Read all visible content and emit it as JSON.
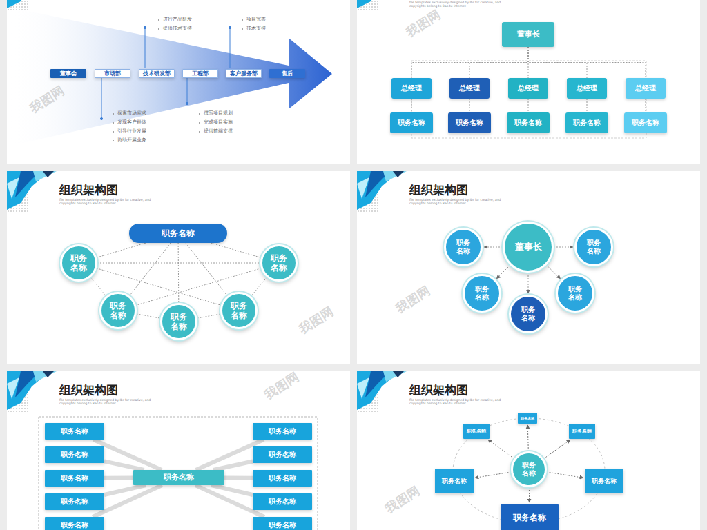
{
  "diagram": {
    "nodes": [
      {
        "text": [
          "董事会"
        ]
      },
      {
        "text": [
          "市场部"
        ]
      },
      {
        "text": [
          "技术研发部"
        ]
      },
      {
        "text": [
          "工程部"
        ]
      },
      {
        "text": [
          "客户服务部"
        ]
      },
      {
        "text": [
          "售后"
        ]
      },
      {
        "text": [
          "董事长"
        ]
      },
      {
        "text": [
          "总经理"
        ]
      },
      {
        "text": [
          "总经理"
        ]
      },
      {
        "text": [
          "总经理"
        ]
      },
      {
        "text": [
          "总经理"
        ]
      },
      {
        "text": [
          "总经理"
        ]
      },
      {
        "text": [
          "职务名称"
        ]
      },
      {
        "text": [
          "职务名称"
        ]
      },
      {
        "text": [
          "职务名称"
        ]
      },
      {
        "text": [
          "职务名称"
        ]
      },
      {
        "text": [
          "职务名称"
        ]
      },
      {
        "text": [
          "职务名称"
        ]
      },
      {
        "text": [
          "职务 名称"
        ]
      },
      {
        "text": [
          "职务 名称"
        ]
      },
      {
        "text": [
          "职务 名称"
        ]
      },
      {
        "text": [
          "职务 名称"
        ]
      },
      {
        "text": [
          "职务 名称"
        ]
      },
      {
        "text": [
          "董事长"
        ]
      },
      {
        "text": [
          "职务 名称"
        ]
      },
      {
        "text": [
          "职务 名称"
        ]
      },
      {
        "text": [
          "职务 名称"
        ]
      },
      {
        "text": [
          "职务 名称"
        ]
      },
      {
        "text": [
          "职务 名称"
        ]
      },
      {
        "text": [
          "职务名称"
        ]
      },
      {
        "text": [
          "职务名称"
        ]
      },
      {
        "text": [
          "职务名称"
        ]
      },
      {
        "text": [
          "职务名称"
        ]
      },
      {
        "text": [
          "职务名称"
        ]
      },
      {
        "text": [
          "职务名称"
        ]
      },
      {
        "text": [
          "职务名称"
        ]
      },
      {
        "text": [
          "职务名称"
        ]
      },
      {
        "text": [
          "职务名称"
        ]
      },
      {
        "text": [
          "职务名称"
        ]
      },
      {
        "text": [
          "职务名称"
        ]
      },
      {
        "text": [
          "职务名称"
        ]
      },
      {
        "text": [
          "职务名称"
        ]
      },
      {
        "text": [
          "职务名称"
        ]
      },
      {
        "text": [
          "职务 名称"
        ]
      },
      {
        "text": [
          "职务名称"
        ]
      },
      {
        "text": [
          "职务名称"
        ]
      },
      {
        "text": [
          "职务名称"
        ]
      }
    ],
    "edges": [
      {
        "from": 6,
        "to": 7,
        "arrow": "none"
      },
      {
        "from": 6,
        "to": 8,
        "arrow": "none"
      },
      {
        "from": 6,
        "to": 9,
        "arrow": "none"
      },
      {
        "from": 6,
        "to": 10,
        "arrow": "none"
      },
      {
        "from": 6,
        "to": 11,
        "arrow": "none"
      },
      {
        "from": 7,
        "to": 12,
        "arrow": "none"
      },
      {
        "from": 8,
        "to": 13,
        "arrow": "none"
      },
      {
        "from": 9,
        "to": 14,
        "arrow": "none"
      },
      {
        "from": 10,
        "to": 15,
        "arrow": "none"
      },
      {
        "from": 11,
        "to": 16,
        "arrow": "none"
      },
      {
        "from": 17,
        "to": 18,
        "arrow": "none"
      },
      {
        "from": 17,
        "to": 19,
        "arrow": "none"
      },
      {
        "from": 17,
        "to": 20,
        "arrow": "none"
      },
      {
        "from": 17,
        "to": 21,
        "arrow": "none"
      },
      {
        "from": 17,
        "to": 22,
        "arrow": "none"
      },
      {
        "from": 18,
        "to": 19,
        "arrow": "none"
      },
      {
        "from": 18,
        "to": 20,
        "arrow": "none"
      },
      {
        "from": 18,
        "to": 22,
        "arrow": "none"
      },
      {
        "from": 19,
        "to": 20,
        "arrow": "none"
      },
      {
        "from": 19,
        "to": 22,
        "arrow": "none"
      },
      {
        "from": 20,
        "to": 21,
        "arrow": "none"
      },
      {
        "from": 21,
        "to": 22,
        "arrow": "none"
      },
      {
        "from": 23,
        "to": 24,
        "arrow": "to"
      },
      {
        "from": 23,
        "to": 25,
        "arrow": "to"
      },
      {
        "from": 23,
        "to": 26,
        "arrow": "to"
      },
      {
        "from": 23,
        "to": 27,
        "arrow": "to"
      },
      {
        "from": 23,
        "to": 28,
        "arrow": "to"
      },
      {
        "from": 34,
        "to": 29,
        "arrow": "none"
      },
      {
        "from": 34,
        "to": 30,
        "arrow": "none"
      },
      {
        "from": 34,
        "to": 31,
        "arrow": "none"
      },
      {
        "from": 34,
        "to": 32,
        "arrow": "none"
      },
      {
        "from": 34,
        "to": 33,
        "arrow": "none"
      },
      {
        "from": 34,
        "to": 35,
        "arrow": "none"
      },
      {
        "from": 34,
        "to": 36,
        "arrow": "none"
      },
      {
        "from": 34,
        "to": 37,
        "arrow": "none"
      },
      {
        "from": 34,
        "to": 38,
        "arrow": "none"
      },
      {
        "from": 34,
        "to": 39,
        "arrow": "none"
      },
      {
        "from": 43,
        "to": 40,
        "arrow": "to"
      },
      {
        "from": 43,
        "to": 41,
        "arrow": "to"
      },
      {
        "from": 43,
        "to": 42,
        "arrow": "to"
      },
      {
        "from": 43,
        "to": 44,
        "arrow": "to"
      },
      {
        "from": 43,
        "to": 45,
        "arrow": "to"
      },
      {
        "from": 43,
        "to": 46,
        "arrow": "to"
      }
    ],
    "labels": [
      "进行产品研发",
      "提供技术支持",
      "项目完善",
      "技术支持",
      "探索市场需求",
      "发现客户群体",
      "引导行业发展",
      "协助开展业务",
      "撰写项目规划",
      "完成项目实施",
      "提供前端支撑",
      "file templates exclusively designed by Ibr for creative, and copyrights belong to Bao tu internet",
      "组织架构图",
      "file templates exclusively designed by Ibr for creative, and copyrights belong to Bao tu internet",
      "组织架构图",
      "file templates exclusively designed by Ibr for creative, and copyrights belong to Bao tu internet",
      "组织架构图",
      "file templates exclusively designed by Ibr for creative, and copyrights belong to Bao tu internet",
      "组织架构图",
      "file templates exclusively designed by Ibr for creative, and copyrights belong to Bao tu internet",
      "我图网",
      "我图网",
      "我图网",
      "我图网",
      "我图网",
      "我图网"
    ]
  }
}
